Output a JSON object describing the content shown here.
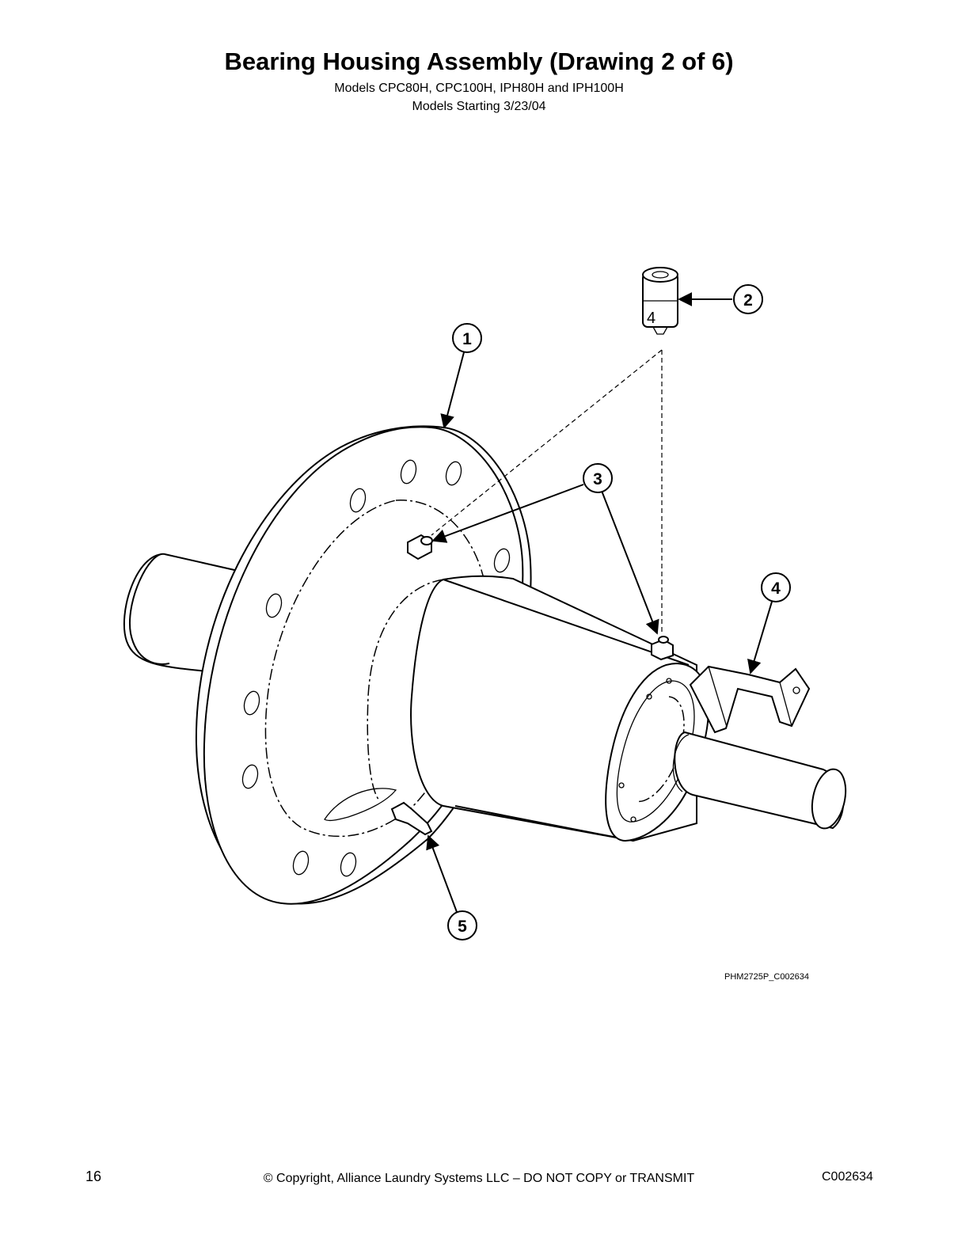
{
  "header": {
    "title": "Bearing Housing Assembly (Drawing 2 of 6)",
    "models_line": "Models CPC80H, CPC100H, IPH80H and IPH100H",
    "start_line": "Models Starting 3/23/04"
  },
  "drawing": {
    "figure_id": "PHM2725P_C002634",
    "callouts": [
      "1",
      "2",
      "3",
      "4",
      "5"
    ],
    "lubricator_label": "4"
  },
  "footer": {
    "page_number": "16",
    "copyright": "© Copyright, Alliance Laundry Systems LLC – DO NOT COPY or TRANSMIT",
    "doc_code": "C002634"
  }
}
